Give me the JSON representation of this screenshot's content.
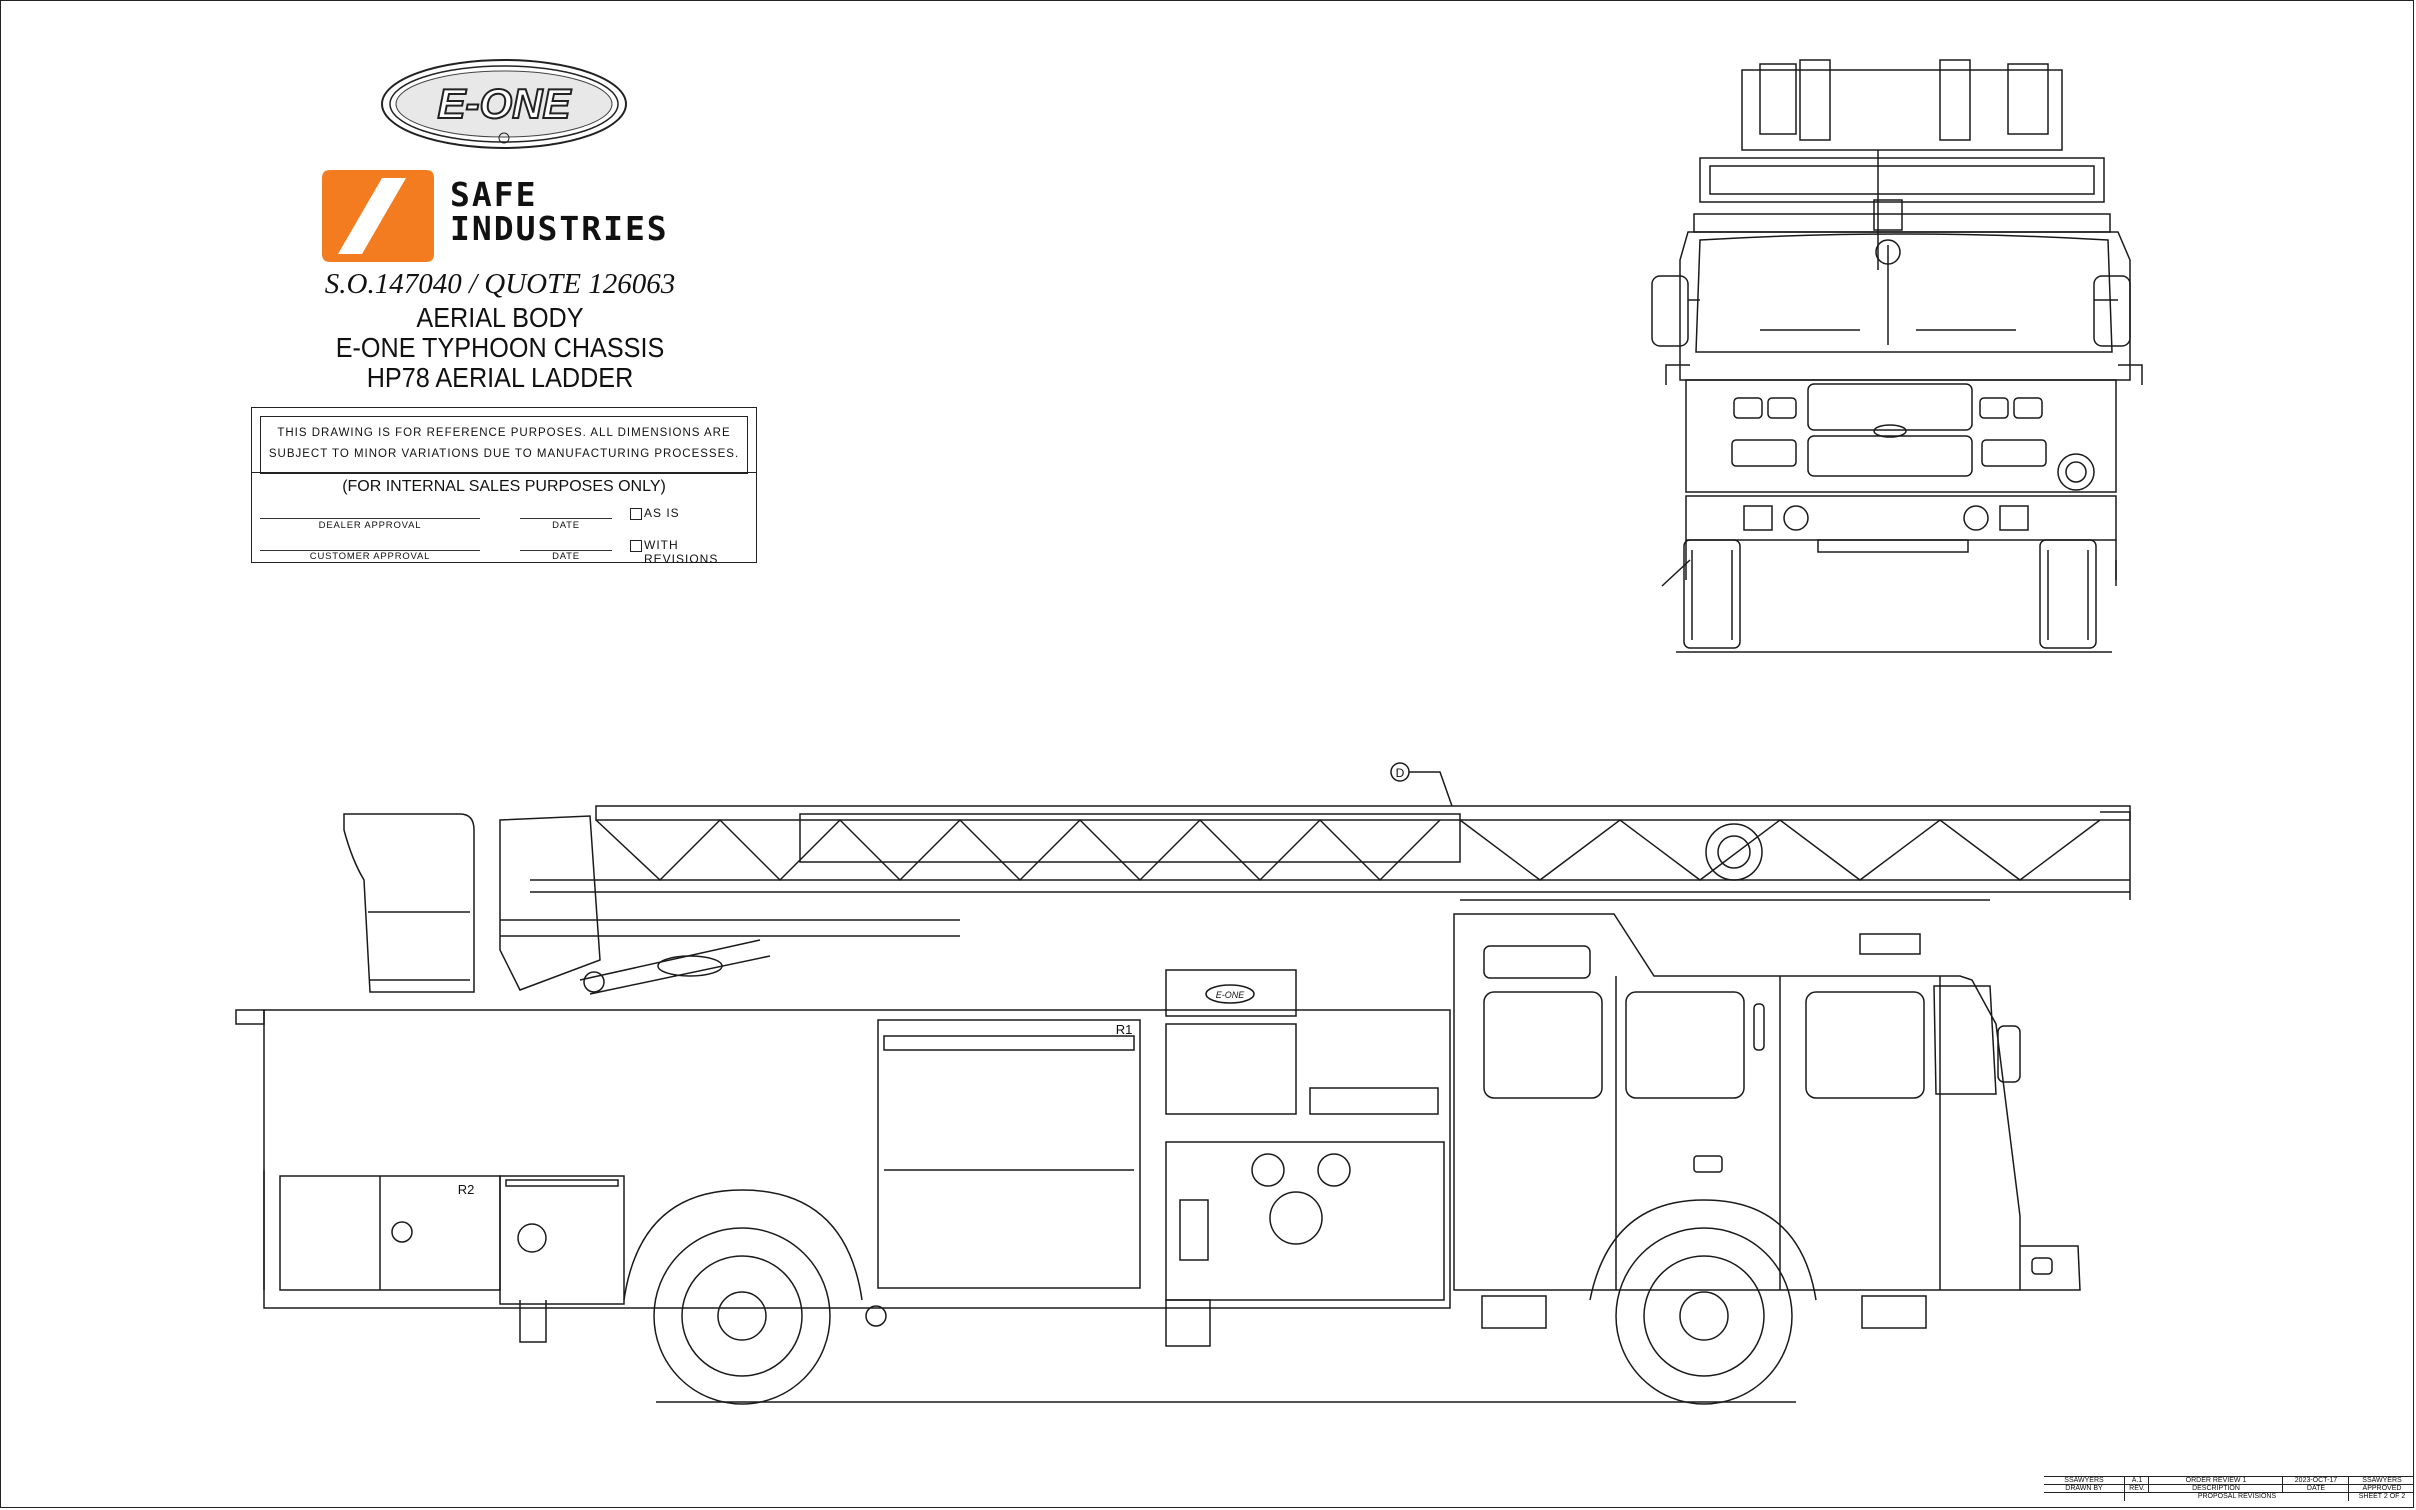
{
  "branding": {
    "eone_logo_text": "E-ONE",
    "safe_line1": "SAFE",
    "safe_line2": "INDUSTRIES"
  },
  "title": {
    "order_line": "S.O.147040 / QUOTE 126063",
    "line1": "AERIAL BODY",
    "line2": "E-ONE TYPHOON CHASSIS",
    "line3": "HP78 AERIAL LADDER"
  },
  "approval": {
    "notice_line1": "THIS DRAWING IS FOR REFERENCE PURPOSES. ALL DIMENSIONS ARE",
    "notice_line2": "SUBJECT TO MINOR VARIATIONS DUE TO MANUFACTURING PROCESSES.",
    "internal": "(FOR INTERNAL SALES PURPOSES ONLY)",
    "dealer_label": "DEALER APPROVAL",
    "customer_label": "CUSTOMER APPROVAL",
    "date_label": "DATE",
    "as_is": "AS IS",
    "with_revisions": "WITH REVISIONS"
  },
  "drawing": {
    "callout": "D",
    "compartment_r1": "R1",
    "compartment_r2": "R2",
    "side_logo": "E-ONE"
  },
  "title_block": {
    "row1": [
      "SSAWYERS",
      "A.1",
      "ORDER REVIEW 1",
      "2023-OCT-17",
      "SSAWYERS"
    ],
    "row2": [
      "DRAWN BY",
      "REV.",
      "DESCRIPTION",
      "DATE",
      "APPROVED"
    ],
    "row3": [
      "PROPOSAL REVISIONS"
    ],
    "sheet": "SHEET 2 OF 2"
  },
  "colors": {
    "accent": "#F47C20",
    "line": "#1a1a1a"
  }
}
